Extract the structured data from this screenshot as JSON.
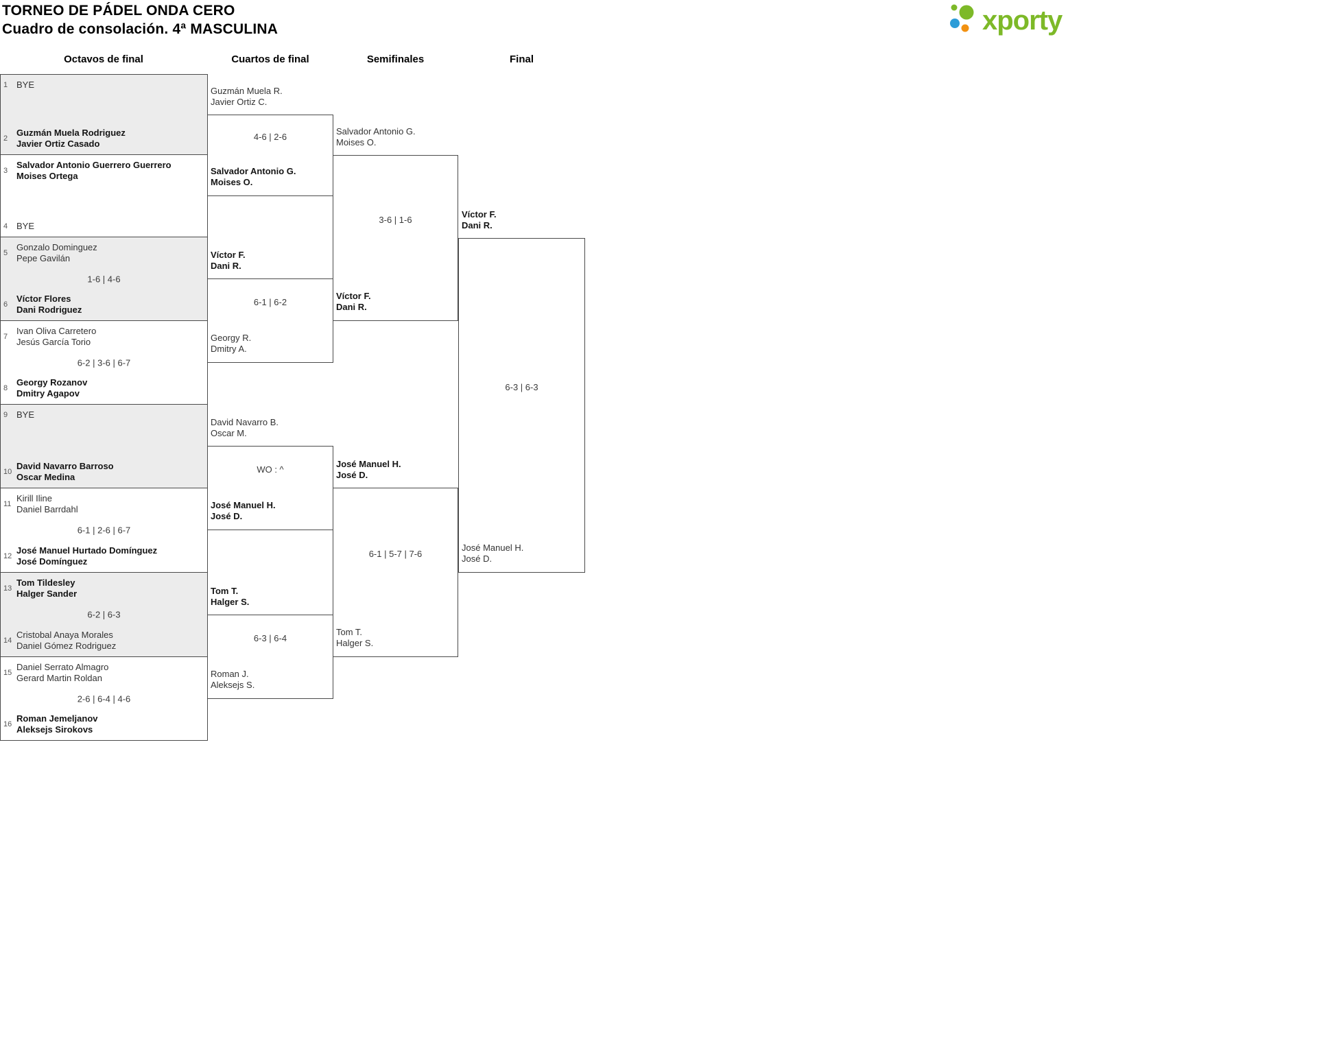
{
  "page": {
    "title": "TORNEO DE PÁDEL ONDA CERO",
    "subtitle": "Cuadro de consolación. 4ª MASCULINA"
  },
  "logo": {
    "text": "xporty",
    "green": "#7db928",
    "blue": "#2b9cd8",
    "orange": "#f29111"
  },
  "round_headers": [
    "Octavos de final",
    "Cuartos de final",
    "Semifinales",
    "Final"
  ],
  "octavos": [
    {
      "seed1": "1",
      "team1": [
        "BYE"
      ],
      "score": "",
      "seed2": "2",
      "team2": [
        "Guzmán Muela Rodriguez",
        "Javier Ortiz Casado"
      ],
      "winner": 2
    },
    {
      "seed1": "3",
      "team1": [
        "Salvador Antonio Guerrero Guerrero",
        "Moises Ortega"
      ],
      "score": "",
      "seed2": "4",
      "team2": [
        "BYE"
      ],
      "winner": 1
    },
    {
      "seed1": "5",
      "team1": [
        "Gonzalo Dominguez",
        "Pepe Gavilán"
      ],
      "score": "1-6 | 4-6",
      "seed2": "6",
      "team2": [
        "Víctor Flores",
        "Dani Rodriguez"
      ],
      "winner": 2
    },
    {
      "seed1": "7",
      "team1": [
        "Ivan Oliva Carretero",
        "Jesús García Torio"
      ],
      "score": "6-2 | 3-6 | 6-7",
      "seed2": "8",
      "team2": [
        "Georgy Rozanov",
        "Dmitry Agapov"
      ],
      "winner": 2
    },
    {
      "seed1": "9",
      "team1": [
        "BYE"
      ],
      "score": "",
      "seed2": "10",
      "team2": [
        "David Navarro Barroso",
        "Oscar Medina"
      ],
      "winner": 2
    },
    {
      "seed1": "11",
      "team1": [
        "Kirill Iline",
        "Daniel Barrdahl"
      ],
      "score": "6-1 | 2-6 | 6-7",
      "seed2": "12",
      "team2": [
        "José Manuel Hurtado Domínguez",
        "José Domínguez"
      ],
      "winner": 2
    },
    {
      "seed1": "13",
      "team1": [
        "Tom Tildesley",
        "Halger Sander"
      ],
      "score": "6-2 | 6-3",
      "seed2": "14",
      "team2": [
        "Cristobal Anaya Morales",
        "Daniel Gómez Rodriguez"
      ],
      "winner": 1
    },
    {
      "seed1": "15",
      "team1": [
        "Daniel Serrato Almagro",
        "Gerard Martin Roldan"
      ],
      "score": "2-6 | 6-4 | 4-6",
      "seed2": "16",
      "team2": [
        "Roman Jemeljanov",
        "Aleksejs Sirokovs"
      ],
      "winner": 2
    }
  ],
  "cuartos": [
    {
      "team1": [
        "Guzmán Muela R.",
        "Javier Ortiz C."
      ],
      "score": "4-6 | 2-6",
      "team2": [
        "Salvador Antonio G.",
        "Moises O."
      ],
      "winner": 2
    },
    {
      "team1": [
        "Víctor F.",
        "Dani R."
      ],
      "score": "6-1 | 6-2",
      "team2": [
        "Georgy R.",
        "Dmitry A."
      ],
      "winner": 1
    },
    {
      "team1": [
        "David Navarro B.",
        "Oscar M."
      ],
      "score": "WO : ^",
      "team2": [
        "José Manuel H.",
        "José D."
      ],
      "winner": 2
    },
    {
      "team1": [
        "Tom T.",
        "Halger S."
      ],
      "score": "6-3 | 6-4",
      "team2": [
        "Roman J.",
        "Aleksejs S."
      ],
      "winner": 1
    }
  ],
  "semifinales": [
    {
      "team1": [
        "Salvador Antonio G.",
        "Moises O."
      ],
      "score": "3-6 | 1-6",
      "team2": [
        "Víctor F.",
        "Dani R."
      ],
      "winner": 2
    },
    {
      "team1": [
        "José Manuel H.",
        "José D."
      ],
      "score": "6-1 | 5-7 | 7-6",
      "team2": [
        "Tom T.",
        "Halger S."
      ],
      "winner": 1
    }
  ],
  "final": [
    {
      "team1": [
        "Víctor F.",
        "Dani R."
      ],
      "score": "6-3 | 6-3",
      "team2": [
        "José Manuel H.",
        "José D."
      ],
      "winner": 1
    }
  ]
}
